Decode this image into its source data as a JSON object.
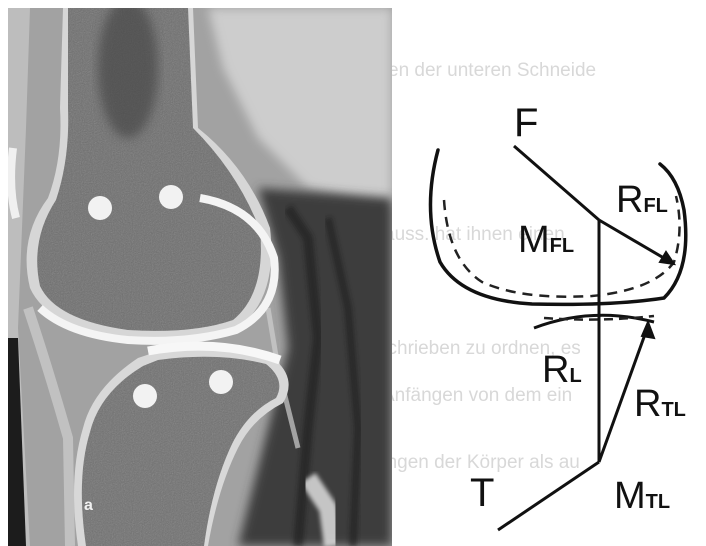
{
  "photo": {
    "panel_label": "a"
  },
  "diagram": {
    "labels": {
      "F": "F",
      "T": "T",
      "M_FL_main": "M",
      "M_FL_sub": "FL",
      "R_FL_main": "R",
      "R_FL_sub": "FL",
      "R_L_main": "R",
      "R_L_sub": "L",
      "R_TL_main": "R",
      "R_TL_sub": "TL",
      "M_TL_main": "M",
      "M_TL_sub": "TL"
    },
    "bleed_through_text": [
      "en der unteren Schneide",
      "auss.  hat ihnen einen",
      "schrieben zu ordnen, es",
      "Anfängen von dem ein",
      "ungen der Körper als au"
    ]
  }
}
